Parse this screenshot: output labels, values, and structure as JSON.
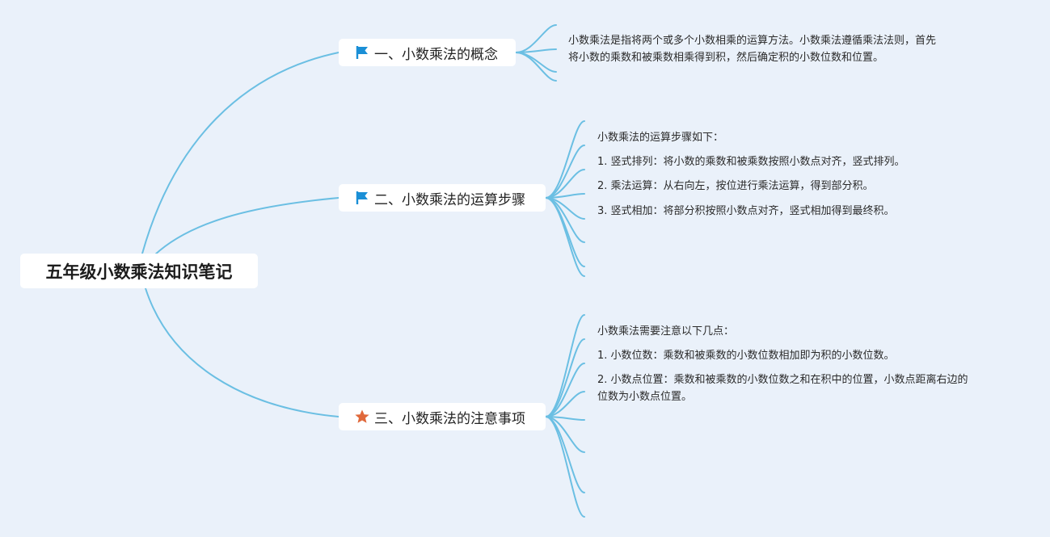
{
  "root": {
    "title": "五年级小数乘法知识笔记"
  },
  "branches": [
    {
      "label": "一、小数乘法的概念",
      "icon": "flag-icon",
      "icon_color": "#1a8fd6",
      "notes": [
        "小数乘法是指将两个或多个小数相乘的运算方法。小数乘法遵循乘法法则，首先",
        "将小数的乘数和被乘数相乘得到积，然后确定积的小数位数和位置。"
      ]
    },
    {
      "label": "二、小数乘法的运算步骤",
      "icon": "flag-icon",
      "icon_color": "#1a8fd6",
      "notes": [
        "小数乘法的运算步骤如下：",
        "1. 竖式排列：将小数的乘数和被乘数按照小数点对齐，竖式排列。",
        "2. 乘法运算：从右向左，按位进行乘法运算，得到部分积。",
        "3. 竖式相加：将部分积按照小数点对齐，竖式相加得到最终积。"
      ]
    },
    {
      "label": "三、小数乘法的注意事项",
      "icon": "star-icon",
      "icon_color": "#e0683a",
      "notes": [
        "小数乘法需要注意以下几点：",
        "1. 小数位数：乘数和被乘数的小数位数相加即为积的小数位数。",
        "2. 小数点位置：乘数和被乘数的小数位数之和在积中的位置，小数点距离右边的",
        "位数为小数点位置。"
      ]
    }
  ],
  "colors": {
    "background": "#eaf1fa",
    "connector": "#6bbfe3",
    "node_fill": "#ffffff"
  }
}
